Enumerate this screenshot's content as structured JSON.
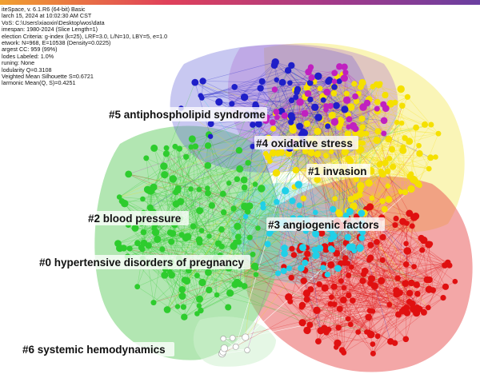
{
  "header": {
    "lines": [
      "iteSpace, v. 6.1.R6 (64-bit) Basic",
      "larch 15, 2024 at 10:02:30 AM CST",
      "VoS: C:\\Users\\xiaoxin\\Desktop\\wos\\data",
      "imespan: 1980-2024 (Slice Length=1)",
      "election Criteria: g-index (k=25), LRF=3.0, L/N=10, LBY=5, e=1.0",
      "etwork: N=968, E=10538 (Density=0.0225)",
      "argest CC: 959 (99%)",
      "lodes Labeled: 1.0%",
      "runing: None",
      "lodularity Q=0.3108",
      "Veighted Mean Silhouette S=0.6721",
      "larmonic Mean(Q, S)=0.4251"
    ]
  },
  "clusters": [
    {
      "id": 5,
      "label": "#5 antiphospholipid syndrome",
      "color": "#1f1fc8"
    },
    {
      "id": 4,
      "label": "#4 oxidative stress",
      "color": "#c020c0"
    },
    {
      "id": 1,
      "label": "#1 invasion",
      "color": "#f5e000"
    },
    {
      "id": 2,
      "label": "#2 blood pressure",
      "color": "#2ecc2e"
    },
    {
      "id": 3,
      "label": "#3 angiogenic factors",
      "color": "#20d0e8"
    },
    {
      "id": 0,
      "label": "#0 hypertensive disorders of pregnancy",
      "color": "#e01010"
    },
    {
      "id": 6,
      "label": "#6 systemic hemodynamics",
      "color": "#ffffff"
    }
  ],
  "colors": {
    "hull_red": "#e85050",
    "hull_green": "#7fd67f",
    "hull_yellow": "#f5e860",
    "hull_purple": "#b070d0",
    "hull_blue": "#6060d8",
    "hull_cyan": "#60d0e0"
  }
}
